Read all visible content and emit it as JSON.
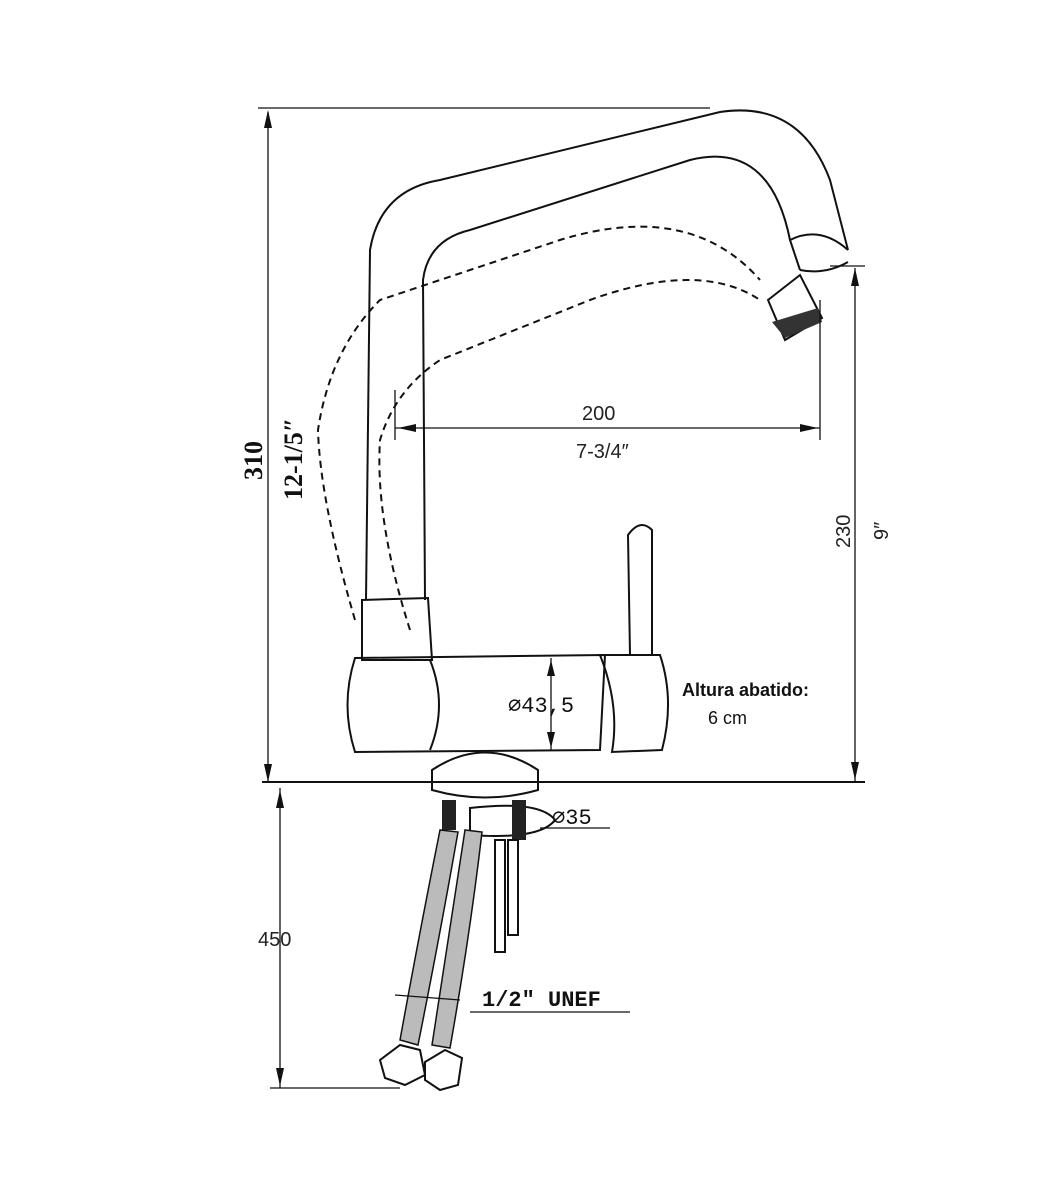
{
  "dimensions": {
    "total_height_mm": "310",
    "total_height_in": "12-1/5″",
    "reach_mm": "200",
    "reach_in": "7-3/4″",
    "spout_height_mm": "230",
    "spout_height_in": "9″",
    "body_diameter": "⌀43,5",
    "base_diameter": "⌀35",
    "hose_length_mm": "450",
    "hose_thread": "1/2″ UNEF"
  },
  "note": {
    "title": "Altura abatido:",
    "value": "6 cm"
  }
}
